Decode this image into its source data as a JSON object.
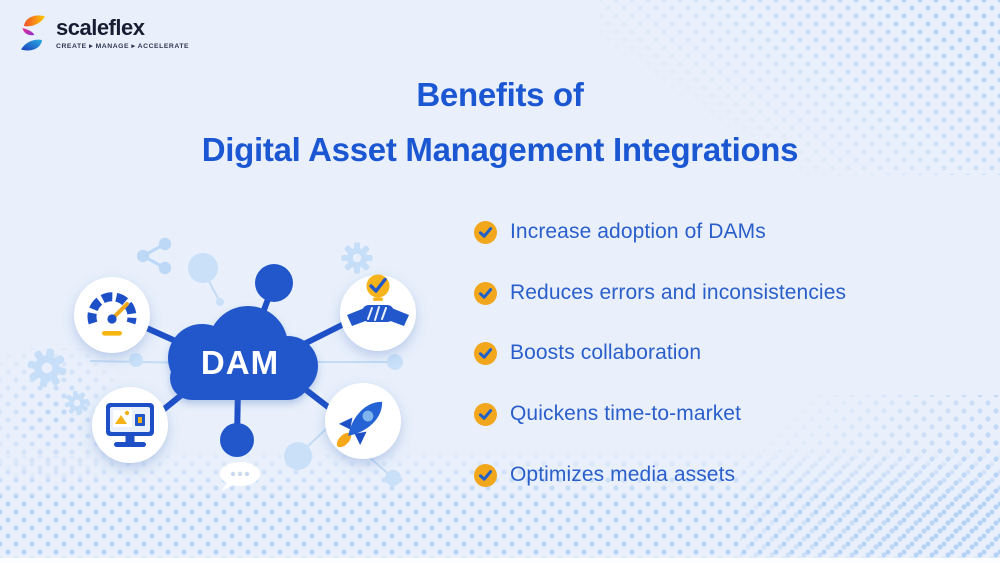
{
  "logo": {
    "brand": "scaleflex",
    "tagline": "CREATE ▸ MANAGE ▸ ACCELERATE"
  },
  "title": {
    "line1": "Benefits of",
    "line2": "Digital Asset Management Integrations"
  },
  "benefits": [
    "Increase adoption of DAMs",
    "Reduces errors and inconsistencies",
    "Boosts collaboration",
    "Quickens time-to-market",
    "Optimizes media assets"
  ],
  "diagram": {
    "center_label": "DAM",
    "nodes": [
      {
        "icon": "speedometer-icon"
      },
      {
        "icon": "handshake-idea-icon"
      },
      {
        "icon": "monitor-media-icon"
      },
      {
        "icon": "rocket-icon"
      }
    ]
  },
  "colors": {
    "background": "#E9F0FB",
    "title_blue": "#1B57D2",
    "text_blue": "#2A5FCB",
    "node_blue": "#2257CB",
    "connector_blue": "#1D4FC7",
    "check_amber": "#F2A61C",
    "decor_light_blue": "#C6DEF8"
  }
}
